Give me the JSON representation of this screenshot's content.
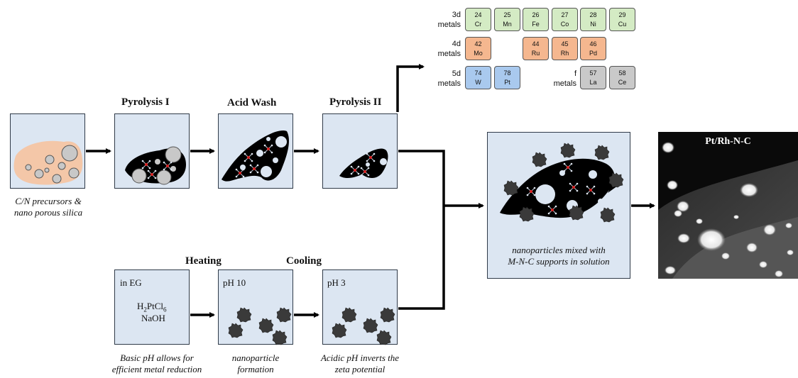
{
  "stages": {
    "pyrolysis1": "Pyrolysis I",
    "acid_wash": "Acid Wash",
    "pyrolysis2": "Pyrolysis II",
    "heating": "Heating",
    "cooling": "Cooling"
  },
  "captions": {
    "precursors_line1": "C/N precursors &",
    "precursors_line2": "nano porous silica",
    "basic_line1": "Basic pH allows for",
    "basic_line2": "efficient metal reduction",
    "formation_line1": "nanoparticle",
    "formation_line2": "formation",
    "acidic_line1": "Acidic pH inverts the",
    "acidic_line2": "zeta potential",
    "mixed_line1": "nanoparticles mixed with",
    "mixed_line2": "M-N-C supports in solution"
  },
  "solution_panels": {
    "eg_label": "in EG",
    "reagent1_main": "H",
    "reagent1_sub1": "2",
    "reagent1_mid": "PtCl",
    "reagent1_sub2": "6",
    "reagent2": "NaOH",
    "ph10": "pH 10",
    "ph3": "pH 3"
  },
  "periodic_table": {
    "groups": [
      {
        "label_top": "3d",
        "label_bottom": "metals",
        "color": "#d4ebc4"
      },
      {
        "label_top": "4d",
        "label_bottom": "metals",
        "color": "#f5b78f"
      },
      {
        "label_top": "5d",
        "label_bottom": "metals",
        "color": "#a9c9ee"
      },
      {
        "label_top": "f",
        "label_bottom": "metals",
        "color": "#c9c9c9"
      }
    ],
    "elements": [
      {
        "number": "24",
        "symbol": "Cr",
        "group": 0
      },
      {
        "number": "25",
        "symbol": "Mn",
        "group": 0
      },
      {
        "number": "26",
        "symbol": "Fe",
        "group": 0
      },
      {
        "number": "27",
        "symbol": "Co",
        "group": 0
      },
      {
        "number": "28",
        "symbol": "Ni",
        "group": 0
      },
      {
        "number": "29",
        "symbol": "Cu",
        "group": 0
      },
      {
        "number": "42",
        "symbol": "Mo",
        "group": 1
      },
      {
        "number": "44",
        "symbol": "Ru",
        "group": 1
      },
      {
        "number": "45",
        "symbol": "Rh",
        "group": 1
      },
      {
        "number": "46",
        "symbol": "Pd",
        "group": 1
      },
      {
        "number": "74",
        "symbol": "W",
        "group": 2
      },
      {
        "number": "78",
        "symbol": "Pt",
        "group": 2
      },
      {
        "number": "57",
        "symbol": "La",
        "group": 3
      },
      {
        "number": "58",
        "symbol": "Ce",
        "group": 3
      }
    ]
  },
  "tem": {
    "title": "Pt/Rh-N-C"
  },
  "colors": {
    "panel_fill": "#dce6f2",
    "precursor_fill": "#f4c7a8",
    "carbon": "#000000",
    "silica": "#c8c8c8",
    "nanoparticle": "#3a3a3a",
    "metal_site": "#d92020"
  }
}
